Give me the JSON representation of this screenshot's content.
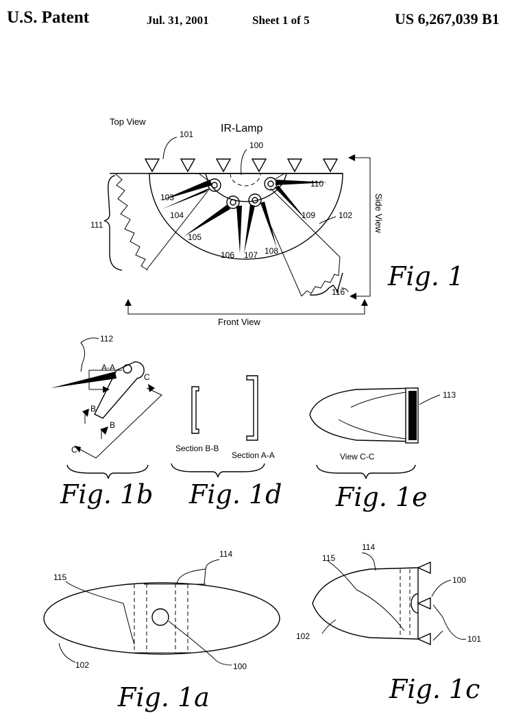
{
  "header": {
    "left": "U.S. Patent",
    "date": "Jul. 31, 2001",
    "sheet": "Sheet 1 of 5",
    "number": "US 6,267,039 B1"
  },
  "fig1": {
    "caption": "Fig. 1",
    "top_view": "Top View",
    "ir_lamp": "IR-Lamp",
    "side_view": "Side View",
    "front_view": "Front View",
    "refs": [
      "100",
      "101",
      "102",
      "103",
      "104",
      "105",
      "106",
      "107",
      "108",
      "109",
      "110",
      "111",
      "116"
    ]
  },
  "fig1b": {
    "caption": "Fig. 1b",
    "ref": "112",
    "labels": [
      "A-A",
      "B",
      "B",
      "C",
      "C"
    ]
  },
  "fig1d": {
    "caption": "Fig. 1d",
    "section_bb": "Section B-B",
    "section_aa": "Section A-A"
  },
  "fig1e": {
    "caption": "Fig. 1e",
    "view": "View C-C",
    "ref": "113"
  },
  "fig1a": {
    "caption": "Fig. 1a",
    "refs": [
      "114",
      "115",
      "102",
      "100"
    ]
  },
  "fig1c": {
    "caption": "Fig. 1c",
    "refs": [
      "114",
      "115",
      "100",
      "102",
      "101"
    ]
  }
}
